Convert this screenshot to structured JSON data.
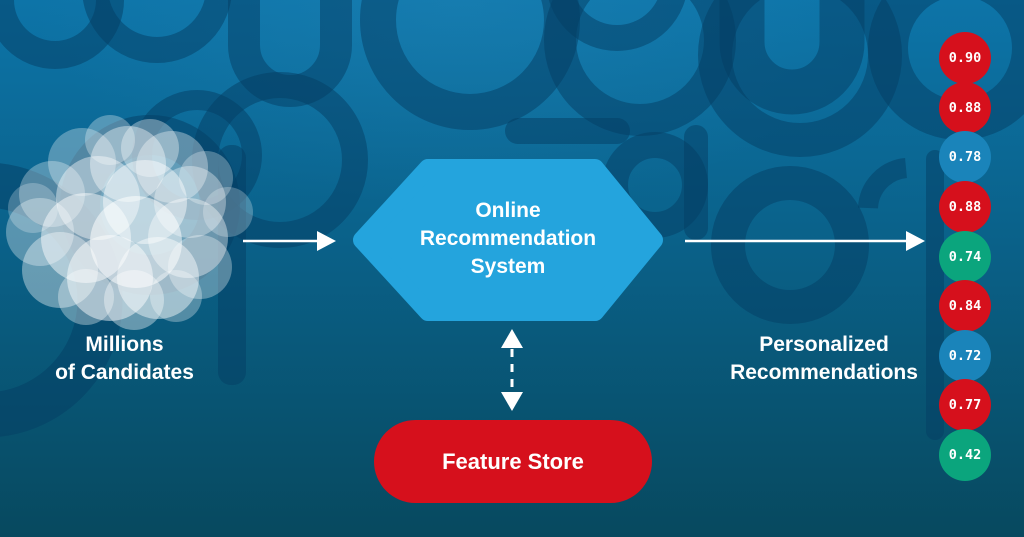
{
  "nodes": {
    "candidates": {
      "line1": "Millions",
      "line2": "of Candidates"
    },
    "online_system": {
      "line1": "Online",
      "line2": "Recommendation",
      "line3": "System",
      "fill": "#24a4dd"
    },
    "feature_store": {
      "label": "Feature Store",
      "fill": "#d6101c"
    },
    "recommendations": {
      "line1": "Personalized",
      "line2": "Recommendations"
    }
  },
  "scores": [
    {
      "value": "0.90",
      "color": "#d6101c"
    },
    {
      "value": "0.88",
      "color": "#d6101c"
    },
    {
      "value": "0.78",
      "color": "#1a84ba"
    },
    {
      "value": "0.88",
      "color": "#d6101c"
    },
    {
      "value": "0.74",
      "color": "#0ba57d"
    },
    {
      "value": "0.84",
      "color": "#d6101c"
    },
    {
      "value": "0.72",
      "color": "#1a84ba"
    },
    {
      "value": "0.77",
      "color": "#d6101c"
    },
    {
      "value": "0.42",
      "color": "#0ba57d"
    }
  ],
  "colors": {
    "background_top": "#0d74a8",
    "background_bottom": "#07495f",
    "pattern": "#065a84",
    "hexagon_fill": "#24a4dd",
    "feature_store_fill": "#d6101c",
    "score_red": "#d6101c",
    "score_blue": "#1a84ba",
    "score_green": "#0ba57d",
    "arrow": "#ffffff",
    "text": "#ffffff"
  }
}
